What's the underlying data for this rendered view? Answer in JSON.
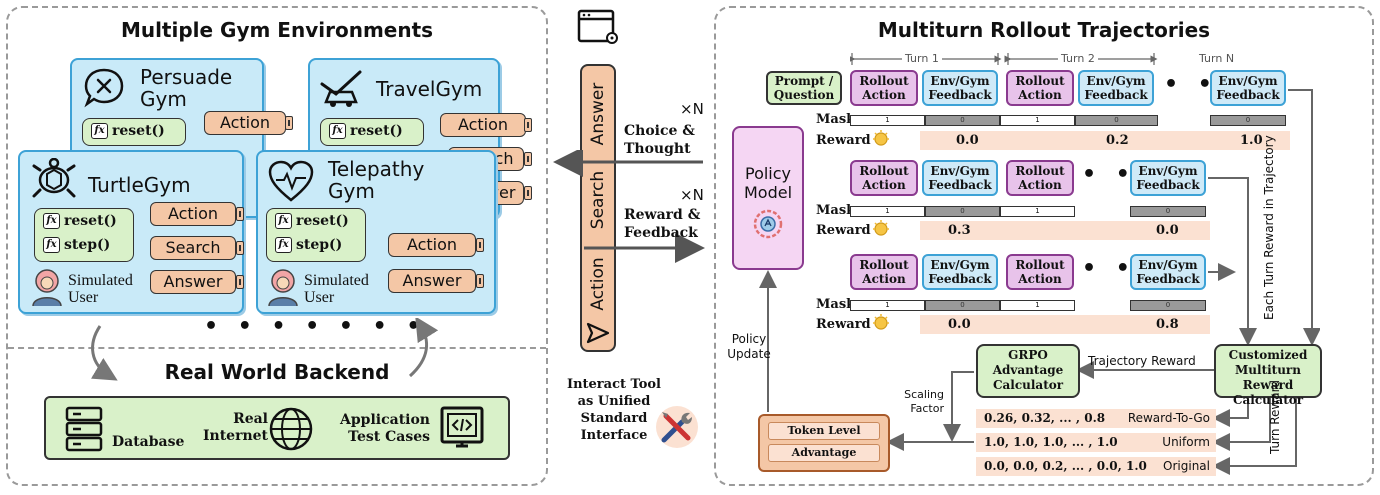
{
  "left_panel": {
    "title": "Multiple Gym Environments",
    "gyms": [
      {
        "name": "Persuade Gym",
        "functions": [
          "reset()"
        ],
        "tools": [
          "Action"
        ]
      },
      {
        "name": "TravelGym",
        "functions": [
          "reset()"
        ],
        "tools": [
          "Action",
          "Search",
          "Answer"
        ]
      },
      {
        "name": "TurtleGym",
        "functions": [
          "reset()",
          "step()"
        ],
        "tools": [
          "Action",
          "Search",
          "Answer"
        ],
        "user": "Simulated User"
      },
      {
        "name": "Telepathy Gym",
        "functions": [
          "reset()",
          "step()"
        ],
        "tools": [
          "Action",
          "Answer"
        ],
        "user": "Simulated User"
      }
    ],
    "fx_symbol": "f",
    "fx_sub": "x",
    "ellipsis": "• • • • • • •",
    "backend": {
      "title": "Real World Backend",
      "items": [
        "Database",
        "Real Internet",
        "Application Test Cases"
      ]
    }
  },
  "middle": {
    "tools": [
      "Answer",
      "Search",
      "Action"
    ],
    "choice_label": "Choice & Thought",
    "reward_label": "Reward & Feedback",
    "times_n": "×N",
    "interface_label": "Interact Tool as Unified Standard Interface"
  },
  "right_panel": {
    "title": "Multiturn Rollout Trajectories",
    "turn_labels": [
      "Turn 1",
      "Turn 2",
      "Turn N"
    ],
    "prompt_label": "Prompt / Question",
    "rollout_label": "Rollout Action",
    "env_label": "Env/Gym Feedback",
    "mask_label": "Mask",
    "reward_label": "Reward",
    "policy_label": "Policy Model",
    "policy_update": "Policy Update",
    "ellipsis": "• • •",
    "trajectories": [
      {
        "mask": [
          "1",
          "0",
          "1",
          "0",
          "0"
        ],
        "rewards": [
          "0.0",
          "0.2",
          "1.0"
        ]
      },
      {
        "mask": [
          "1",
          "0",
          "1",
          "0"
        ],
        "rewards": [
          "0.3",
          "0.0"
        ]
      },
      {
        "mask": [
          "1",
          "0",
          "1",
          "0"
        ],
        "rewards": [
          "0.0",
          "0.8"
        ]
      }
    ],
    "each_turn_reward": "Each Turn Reward in Trajectory",
    "grpo_label": "GRPO Advantage Calculator",
    "reward_calc_label": "Customized Multiturn Reward Calculator",
    "trajectory_reward": "Trajectory Reward",
    "scaling_factor": "Scaling Factor",
    "turn_reward": "Turn Reward",
    "token_level": [
      "Token Level",
      "Advantage"
    ],
    "results": [
      {
        "values": "0.26, 0.32, ... , 0.8",
        "name": "Reward-To-Go"
      },
      {
        "values": "1.0, 1.0, 1.0, ... , 1.0",
        "name": "Uniform"
      },
      {
        "values": "0.0, 0.0, 0.2, ... , 0.0, 1.0",
        "name": "Original"
      }
    ]
  },
  "colors": {
    "gym_fill": "#c9eaf8",
    "gym_border": "#3da2d6",
    "tool_fill": "#f4c7a6",
    "func_fill": "#d9f1c9",
    "rollout_fill": "#e8c3ea",
    "policy_fill": "#f5d6f3",
    "reward_bar": "#fbe1d2"
  }
}
